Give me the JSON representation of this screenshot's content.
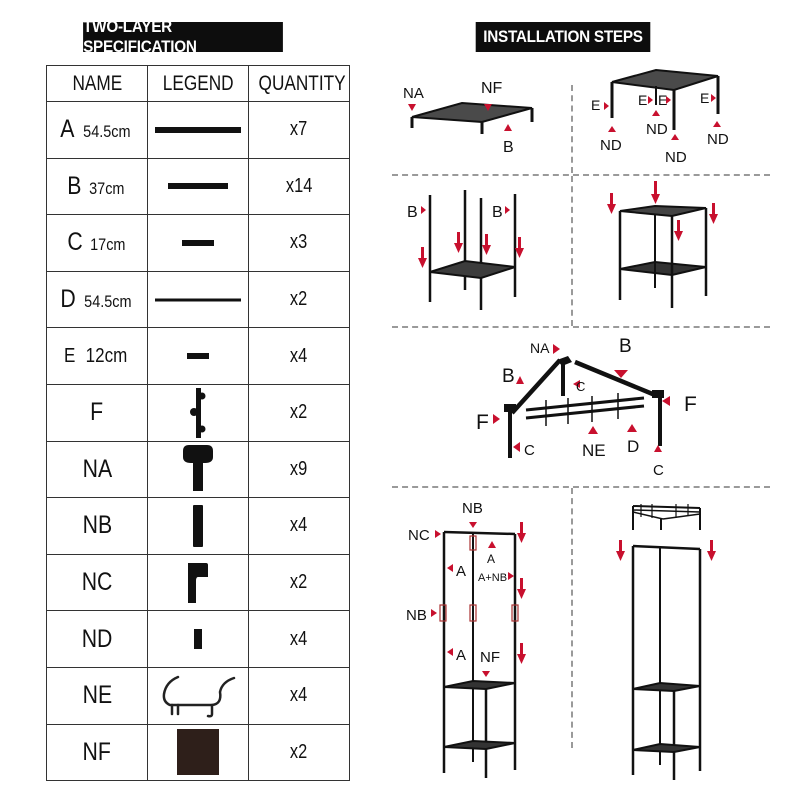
{
  "spec": {
    "title": "TWO-LAYER SPECIFICATION",
    "headers": {
      "name": "NAME",
      "legend": "LEGEND",
      "quantity": "QUANTITY"
    },
    "rows": [
      {
        "name": "A",
        "length": "54.5cm",
        "legend_icon": "long-thick-rod-icon",
        "quantity": "x7"
      },
      {
        "name": "B",
        "length": "37cm",
        "legend_icon": "medium-rod-icon",
        "quantity": "x14"
      },
      {
        "name": "C",
        "length": "17cm",
        "legend_icon": "short-rod-icon",
        "quantity": "x3"
      },
      {
        "name": "D",
        "length": "54.5cm",
        "legend_icon": "long-thin-rod-icon",
        "quantity": "x2"
      },
      {
        "name": "E",
        "length": "12cm",
        "legend_icon": "tiny-rod-icon",
        "quantity": "x4"
      },
      {
        "name": "F",
        "length": "",
        "legend_icon": "side-connector-icon",
        "quantity": "x2"
      },
      {
        "name": "NA",
        "length": "",
        "legend_icon": "corner-joint-icon",
        "quantity": "x9"
      },
      {
        "name": "NB",
        "length": "",
        "legend_icon": "straight-connector-icon",
        "quantity": "x4"
      },
      {
        "name": "NC",
        "length": "",
        "legend_icon": "elbow-connector-icon",
        "quantity": "x2"
      },
      {
        "name": "ND",
        "length": "",
        "legend_icon": "foot-cap-icon",
        "quantity": "x4"
      },
      {
        "name": "NE",
        "length": "",
        "legend_icon": "hook-icon",
        "quantity": "x4"
      },
      {
        "name": "NF",
        "length": "",
        "legend_icon": "shelf-panel-icon",
        "quantity": "x2"
      }
    ]
  },
  "steps": {
    "title": "INSTALLATION STEPS",
    "accent_color": "#c8102e",
    "step1": {
      "labels": [
        "NA",
        "NF",
        "B"
      ]
    },
    "step2": {
      "labels": [
        "E",
        "E",
        "E",
        "E",
        "ND",
        "ND",
        "ND",
        "ND"
      ]
    },
    "step3": {
      "labels": [
        "B",
        "B"
      ]
    },
    "step4": {
      "labels": []
    },
    "step5": {
      "labels": [
        "NA",
        "B",
        "B",
        "C",
        "F",
        "F",
        "C",
        "NE",
        "D",
        "C"
      ]
    },
    "step6": {
      "labels": [
        "NB",
        "NC",
        "A",
        "A",
        "A+NB",
        "NB",
        "A",
        "NF"
      ]
    },
    "step7": {
      "labels": []
    }
  }
}
